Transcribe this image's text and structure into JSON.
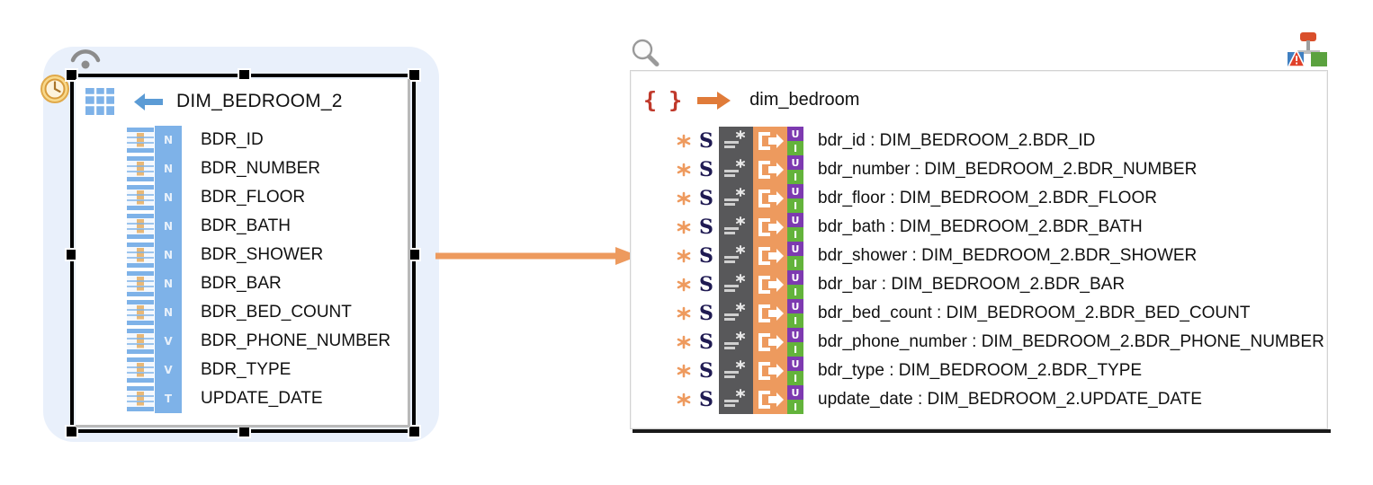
{
  "left_panel": {
    "antenna_icon": "antenna-icon",
    "clock_icon": "clock-icon",
    "table_icon": "table-grid-icon",
    "back_arrow_icon": "blue-left-arrow-icon",
    "title": "DIM_BEDROOM_2",
    "columns": [
      {
        "name": "BDR_ID",
        "type": "N",
        "primary_key": true
      },
      {
        "name": "BDR_NUMBER",
        "type": "N",
        "primary_key": false
      },
      {
        "name": "BDR_FLOOR",
        "type": "N",
        "primary_key": false
      },
      {
        "name": "BDR_BATH",
        "type": "N",
        "primary_key": false
      },
      {
        "name": "BDR_SHOWER",
        "type": "N",
        "primary_key": false
      },
      {
        "name": "BDR_BAR",
        "type": "N",
        "primary_key": false
      },
      {
        "name": "BDR_BED_COUNT",
        "type": "N",
        "primary_key": false
      },
      {
        "name": "BDR_PHONE_NUMBER",
        "type": "V",
        "primary_key": false
      },
      {
        "name": "BDR_TYPE",
        "type": "V",
        "primary_key": false
      },
      {
        "name": "UPDATE_DATE",
        "type": "T",
        "primary_key": false
      }
    ]
  },
  "connector": {
    "icon": "orange-arrow-connector"
  },
  "right_panel": {
    "magnifier_icon": "magnifier-icon",
    "corner_icon": "tool-warning-icon",
    "braces": "{ }",
    "arrow_icon": "orange-right-arrow-icon",
    "title": "dim_bedroom",
    "mappings": [
      {
        "text": "bdr_id : DIM_BEDROOM_2.BDR_ID",
        "s": "S",
        "u": "U",
        "i": "I"
      },
      {
        "text": "bdr_number : DIM_BEDROOM_2.BDR_NUMBER",
        "s": "S",
        "u": "U",
        "i": "I"
      },
      {
        "text": "bdr_floor : DIM_BEDROOM_2.BDR_FLOOR",
        "s": "S",
        "u": "U",
        "i": "I"
      },
      {
        "text": "bdr_bath : DIM_BEDROOM_2.BDR_BATH",
        "s": "S",
        "u": "U",
        "i": "I"
      },
      {
        "text": "bdr_shower : DIM_BEDROOM_2.BDR_SHOWER",
        "s": "S",
        "u": "U",
        "i": "I"
      },
      {
        "text": "bdr_bar : DIM_BEDROOM_2.BDR_BAR",
        "s": "S",
        "u": "U",
        "i": "I"
      },
      {
        "text": "bdr_bed_count : DIM_BEDROOM_2.BDR_BED_COUNT",
        "s": "S",
        "u": "U",
        "i": "I"
      },
      {
        "text": "bdr_phone_number : DIM_BEDROOM_2.BDR_PHONE_NUMBER",
        "s": "S",
        "u": "U",
        "i": "I"
      },
      {
        "text": "bdr_type : DIM_BEDROOM_2.BDR_TYPE",
        "s": "S",
        "u": "U",
        "i": "I"
      },
      {
        "text": "update_date : DIM_BEDROOM_2.UPDATE_DATE",
        "s": "S",
        "u": "U",
        "i": "I"
      }
    ]
  },
  "colors": {
    "shell_blue": "#e9f0fb",
    "column_blue": "#7eb2e8",
    "connector_orange": "#ed9a5e",
    "brace_red": "#c0392b",
    "s_navy": "#1f1a52",
    "bar_gray": "#58585a",
    "badge_purple": "#7d3ab0",
    "badge_green": "#63b33b",
    "key_gold": "#e3b43b"
  }
}
